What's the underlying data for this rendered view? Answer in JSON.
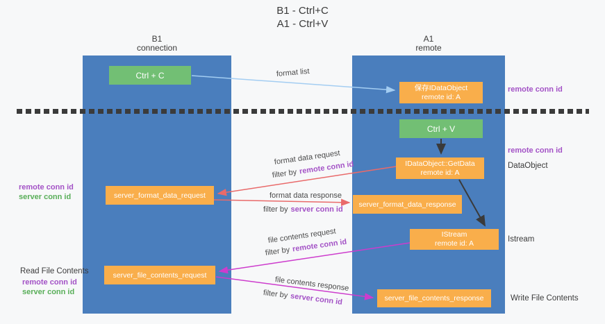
{
  "title": {
    "line1": "B1 - Ctrl+C",
    "line2": "A1 - Ctrl+V"
  },
  "columns": {
    "b1": {
      "title": "B1",
      "subtitle": "connection"
    },
    "a1": {
      "title": "A1",
      "subtitle": "remote"
    }
  },
  "nodes": {
    "ctrl_c": {
      "label": "Ctrl + C"
    },
    "ctrl_v": {
      "label": "Ctrl + V"
    },
    "save_dataobject": {
      "line1": "保存IDataObject",
      "line2": "remote id: A"
    },
    "getdata": {
      "line1": "IDataObject::GetData",
      "line2": "remote id: A"
    },
    "istream": {
      "line1": "IStream",
      "line2": "remote id: A"
    },
    "server_format_data_request": {
      "label": "server_format_data_request"
    },
    "server_format_data_response": {
      "label": "server_format_data_response"
    },
    "server_file_contents_request": {
      "label": "server_file_contents_request"
    },
    "server_file_contents_response": {
      "label": "server_file_contents_response"
    }
  },
  "side_labels": {
    "remote_conn_id": "remote conn id",
    "server_conn_id": "server conn id",
    "dataobject": "DataObject",
    "istream": "Istream",
    "read_file_contents": "Read File Contents",
    "write_file_contents": "Write File Contents"
  },
  "arrow_labels": {
    "format_list": "format list",
    "format_data_request": "format data request",
    "format_data_response": "format data response",
    "file_contents_request": "file contents request",
    "file_contents_response": "file contents response",
    "filter_by": "filter by",
    "remote_conn_id": "remote conn id",
    "server_conn_id": "server conn id"
  },
  "colors": {
    "bg": "#f7f8f9",
    "column_blue": "#4a7ebd",
    "node_orange": "#f9ae4b",
    "node_green": "#72bf74",
    "purple": "#a352c6",
    "green_label": "#58ae58",
    "red_arrow": "#e96a6a",
    "magenta_arrow": "#cd3ccd",
    "blue_arrow": "#a3cdf2",
    "black_arrow": "#3a3a3a"
  }
}
